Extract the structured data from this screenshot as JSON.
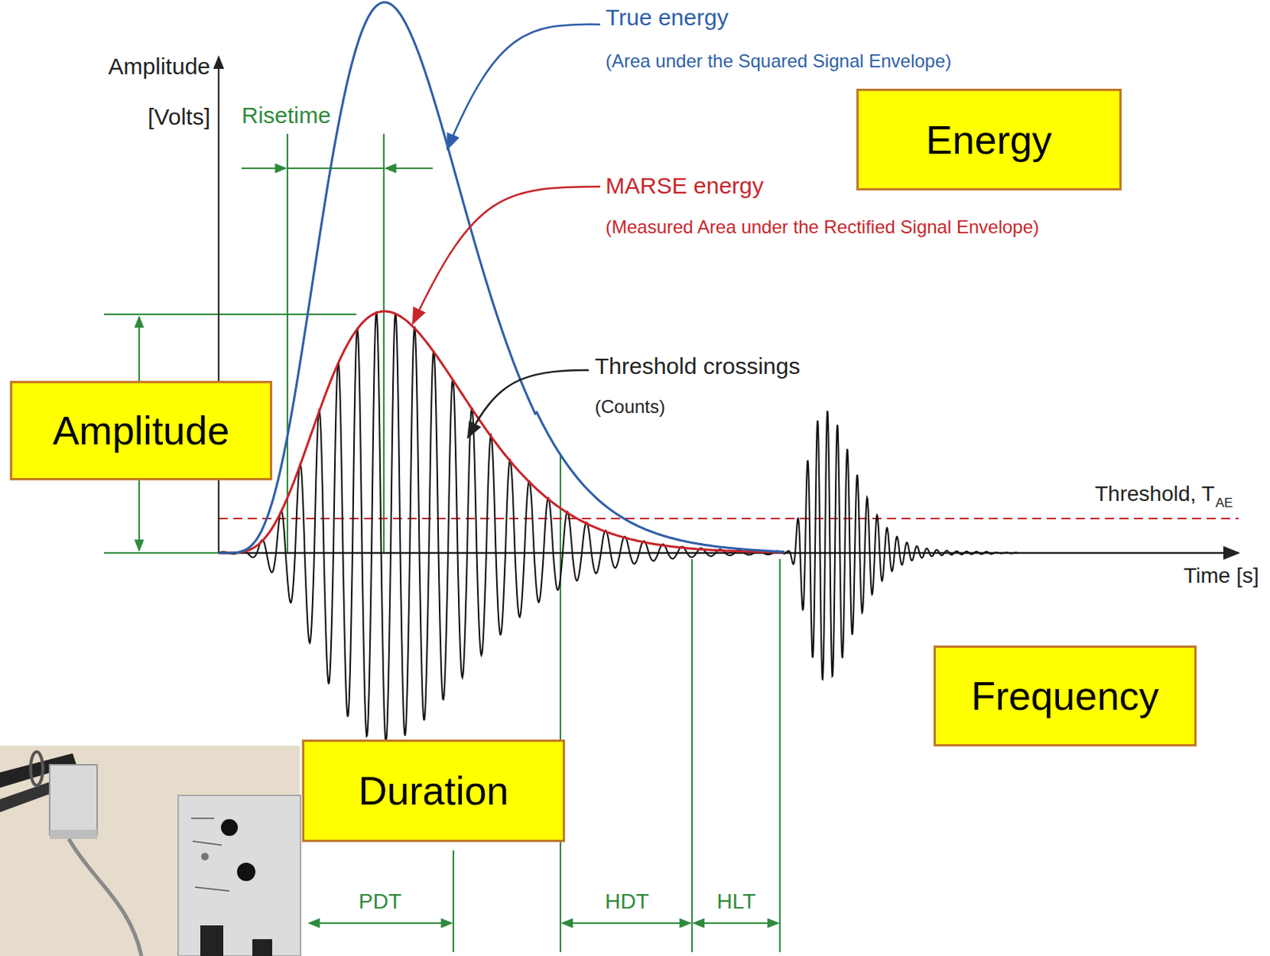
{
  "diagram": {
    "nodes": [
      {
        "text": [
          "Energy"
        ]
      },
      {
        "text": [
          "Amplitude"
        ]
      },
      {
        "text": [
          "Frequency"
        ]
      },
      {
        "text": [
          "Duration"
        ]
      }
    ],
    "labels": [
      "Amplitude",
      "[Volts]",
      "Risetime",
      "True energy",
      "(Area under the Squared Signal Envelope)",
      "MARSE energy",
      "(Measured Area under the Rectified Signal Envelope)",
      "Threshold crossings",
      "(Counts)",
      "Threshold, T",
      "AE",
      "Time [s]",
      "PDT",
      "HDT",
      "HLT"
    ]
  }
}
